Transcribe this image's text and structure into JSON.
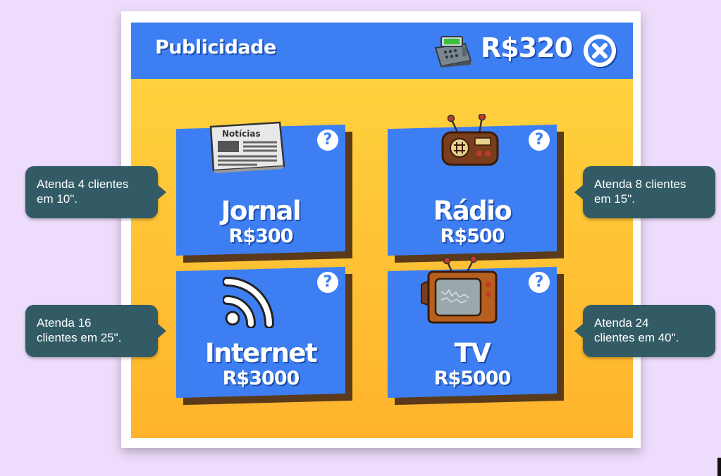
{
  "header": {
    "title": "Publicidade",
    "money": "R$320",
    "money_icon": "cash-register-icon",
    "close_icon": "close-icon"
  },
  "colors": {
    "background": "#eddcfb",
    "header_blue": "#3d7ff2",
    "panel_top": "#ffd640",
    "panel_bottom": "#ffb32c",
    "tooltip": "#325b66"
  },
  "cards": [
    {
      "name": "Jornal",
      "price": "R$300",
      "icon": "newspaper-icon",
      "newspaper_text": "Notícias",
      "help": "?"
    },
    {
      "name": "Rádio",
      "price": "R$500",
      "icon": "radio-icon",
      "help": "?"
    },
    {
      "name": "Internet",
      "price": "R$3000",
      "icon": "wifi-icon",
      "help": "?"
    },
    {
      "name": "TV",
      "price": "R$5000",
      "icon": "tv-icon",
      "help": "?"
    }
  ],
  "tooltips": [
    {
      "line1": "Atenda 4 clientes",
      "line2": "em 10\"."
    },
    {
      "line1": "Atenda 8 clientes",
      "line2": "em 15\"."
    },
    {
      "line1": "Atenda 16",
      "line2": "clientes em 25\"."
    },
    {
      "line1": "Atenda 24",
      "line2": "clientes em 40\"."
    }
  ]
}
